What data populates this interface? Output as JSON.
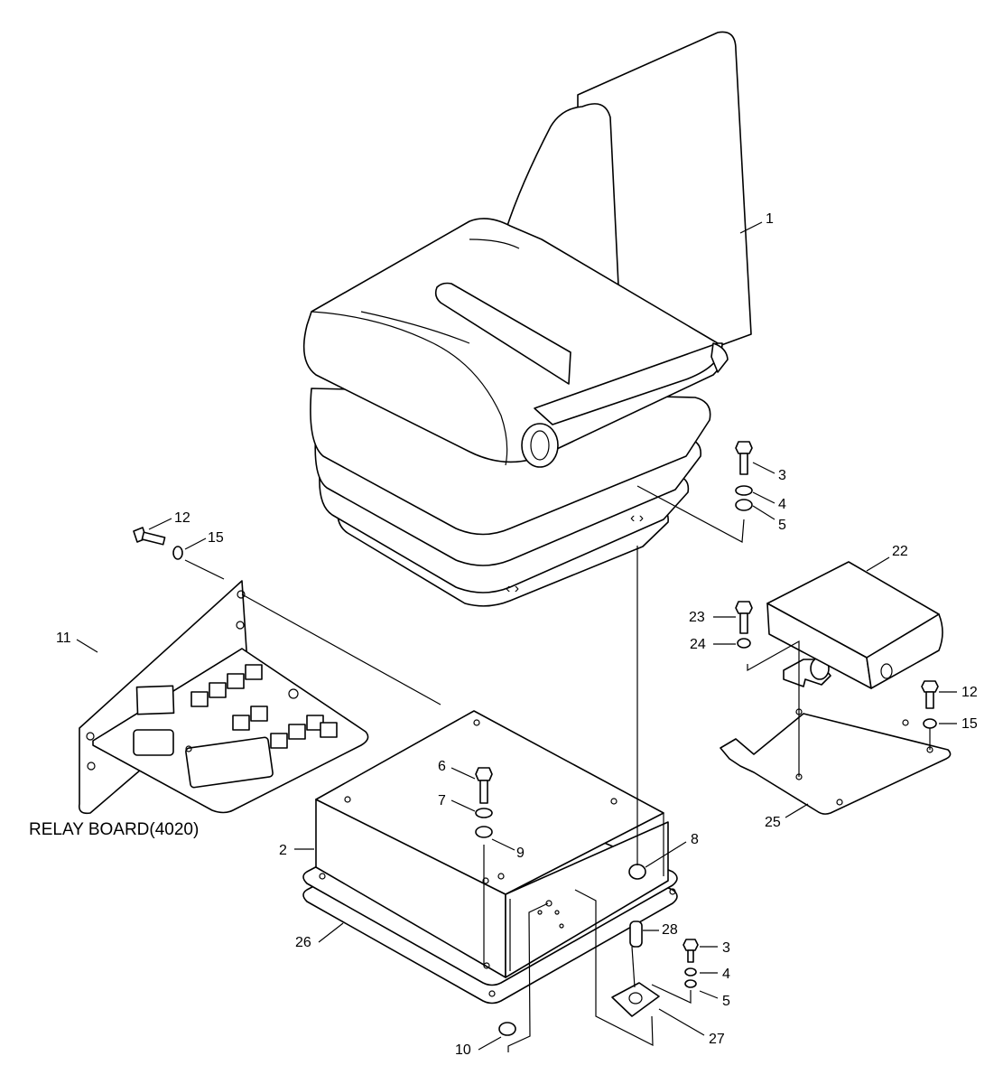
{
  "caption": "RELAY BOARD(4020)",
  "callouts": {
    "c1": "1",
    "c2": "2",
    "c3a": "3",
    "c3b": "3",
    "c4a": "4",
    "c4b": "4",
    "c5a": "5",
    "c5b": "5",
    "c6": "6",
    "c7": "7",
    "c8": "8",
    "c9": "9",
    "c10": "10",
    "c11": "11",
    "c12a": "12",
    "c12b": "12",
    "c15a": "15",
    "c15b": "15",
    "c22": "22",
    "c23": "23",
    "c24": "24",
    "c25": "25",
    "c26": "26",
    "c27": "27",
    "c28": "28"
  }
}
